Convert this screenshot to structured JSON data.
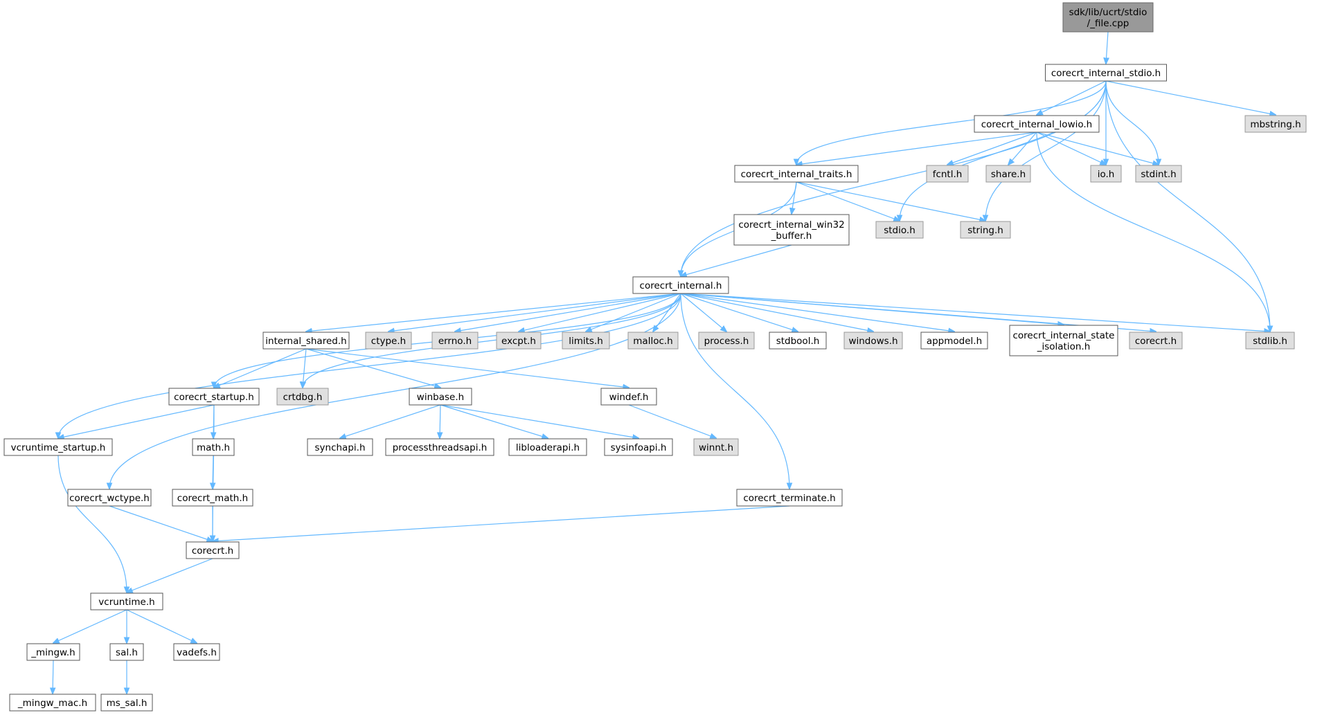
{
  "diagram": {
    "colors": {
      "edge": "#63b8ff",
      "node_fill": "#ffffff",
      "node_stroke": "#555555",
      "system_fill": "#e0e0e0",
      "root_fill": "#999999"
    },
    "nodes": [
      {
        "id": "root",
        "label": [
          "sdk/lib/ucrt/stdio",
          "/_file.cpp"
        ],
        "kind": "root"
      },
      {
        "id": "cis",
        "label": [
          "corecrt_internal_stdio.h"
        ],
        "kind": "std"
      },
      {
        "id": "mbs",
        "label": [
          "mbstring.h"
        ],
        "kind": "sys"
      },
      {
        "id": "lowio",
        "label": [
          "corecrt_internal_lowio.h"
        ],
        "kind": "std"
      },
      {
        "id": "traits",
        "label": [
          "corecrt_internal_traits.h"
        ],
        "kind": "std"
      },
      {
        "id": "fcntl",
        "label": [
          "fcntl.h"
        ],
        "kind": "sys"
      },
      {
        "id": "share",
        "label": [
          "share.h"
        ],
        "kind": "sys"
      },
      {
        "id": "io",
        "label": [
          "io.h"
        ],
        "kind": "sys"
      },
      {
        "id": "stdint",
        "label": [
          "stdint.h"
        ],
        "kind": "sys"
      },
      {
        "id": "w32buf",
        "label": [
          "corecrt_internal_win32",
          "_buffer.h"
        ],
        "kind": "std"
      },
      {
        "id": "stdio",
        "label": [
          "stdio.h"
        ],
        "kind": "sys"
      },
      {
        "id": "string",
        "label": [
          "string.h"
        ],
        "kind": "sys"
      },
      {
        "id": "ci",
        "label": [
          "corecrt_internal.h"
        ],
        "kind": "std"
      },
      {
        "id": "ishared",
        "label": [
          "internal_shared.h"
        ],
        "kind": "std"
      },
      {
        "id": "ctype",
        "label": [
          "ctype.h"
        ],
        "kind": "sys"
      },
      {
        "id": "errno",
        "label": [
          "errno.h"
        ],
        "kind": "sys"
      },
      {
        "id": "excpt",
        "label": [
          "excpt.h"
        ],
        "kind": "sys"
      },
      {
        "id": "limits",
        "label": [
          "limits.h"
        ],
        "kind": "sys"
      },
      {
        "id": "malloc",
        "label": [
          "malloc.h"
        ],
        "kind": "sys"
      },
      {
        "id": "process",
        "label": [
          "process.h"
        ],
        "kind": "sys"
      },
      {
        "id": "stdbool",
        "label": [
          "stdbool.h"
        ],
        "kind": "std"
      },
      {
        "id": "windows",
        "label": [
          "windows.h"
        ],
        "kind": "sys"
      },
      {
        "id": "appmodel",
        "label": [
          "appmodel.h"
        ],
        "kind": "std"
      },
      {
        "id": "stiso",
        "label": [
          "corecrt_internal_state",
          "_isolation.h"
        ],
        "kind": "std"
      },
      {
        "id": "corecrtg",
        "label": [
          "corecrt.h"
        ],
        "kind": "sys"
      },
      {
        "id": "stdlib",
        "label": [
          "stdlib.h"
        ],
        "kind": "sys"
      },
      {
        "id": "cstartup",
        "label": [
          "corecrt_startup.h"
        ],
        "kind": "std"
      },
      {
        "id": "crtdbg",
        "label": [
          "crtdbg.h"
        ],
        "kind": "sys"
      },
      {
        "id": "winbase",
        "label": [
          "winbase.h"
        ],
        "kind": "std"
      },
      {
        "id": "windef",
        "label": [
          "windef.h"
        ],
        "kind": "std"
      },
      {
        "id": "vstartup",
        "label": [
          "vcruntime_startup.h"
        ],
        "kind": "std"
      },
      {
        "id": "math",
        "label": [
          "math.h"
        ],
        "kind": "std"
      },
      {
        "id": "synch",
        "label": [
          "synchapi.h"
        ],
        "kind": "std"
      },
      {
        "id": "pthr",
        "label": [
          "processthreadsapi.h"
        ],
        "kind": "std"
      },
      {
        "id": "libl",
        "label": [
          "libloaderapi.h"
        ],
        "kind": "std"
      },
      {
        "id": "sysinfo",
        "label": [
          "sysinfoapi.h"
        ],
        "kind": "std"
      },
      {
        "id": "winnt",
        "label": [
          "winnt.h"
        ],
        "kind": "sys"
      },
      {
        "id": "wctype",
        "label": [
          "corecrt_wctype.h"
        ],
        "kind": "std"
      },
      {
        "id": "cmath",
        "label": [
          "corecrt_math.h"
        ],
        "kind": "std"
      },
      {
        "id": "cterm",
        "label": [
          "corecrt_terminate.h"
        ],
        "kind": "std"
      },
      {
        "id": "corecrt",
        "label": [
          "corecrt.h"
        ],
        "kind": "std"
      },
      {
        "id": "vcrt",
        "label": [
          "vcruntime.h"
        ],
        "kind": "std"
      },
      {
        "id": "mingw",
        "label": [
          "_mingw.h"
        ],
        "kind": "std"
      },
      {
        "id": "sal",
        "label": [
          "sal.h"
        ],
        "kind": "std"
      },
      {
        "id": "vadefs",
        "label": [
          "vadefs.h"
        ],
        "kind": "std"
      },
      {
        "id": "mingwmac",
        "label": [
          "_mingw_mac.h"
        ],
        "kind": "std"
      },
      {
        "id": "mssal",
        "label": [
          "ms_sal.h"
        ],
        "kind": "std"
      }
    ],
    "edges": [
      [
        "root",
        "cis"
      ],
      [
        "cis",
        "ci"
      ],
      [
        "cis",
        "traits"
      ],
      [
        "cis",
        "stdio"
      ],
      [
        "cis",
        "lowio"
      ],
      [
        "cis",
        "io"
      ],
      [
        "cis",
        "stdint"
      ],
      [
        "cis",
        "string"
      ],
      [
        "cis",
        "stdlib"
      ],
      [
        "cis",
        "mbs"
      ],
      [
        "lowio",
        "traits"
      ],
      [
        "lowio",
        "fcntl"
      ],
      [
        "lowio",
        "share"
      ],
      [
        "lowio",
        "io"
      ],
      [
        "lowio",
        "stdint"
      ],
      [
        "lowio",
        "stdlib"
      ],
      [
        "traits",
        "ci"
      ],
      [
        "traits",
        "w32buf"
      ],
      [
        "traits",
        "stdio"
      ],
      [
        "traits",
        "string"
      ],
      [
        "w32buf",
        "ci"
      ],
      [
        "ci",
        "vstartup"
      ],
      [
        "ci",
        "wctype"
      ],
      [
        "ci",
        "cstartup"
      ],
      [
        "ci",
        "crtdbg"
      ],
      [
        "ci",
        "ishared"
      ],
      [
        "ci",
        "ctype"
      ],
      [
        "ci",
        "errno"
      ],
      [
        "ci",
        "excpt"
      ],
      [
        "ci",
        "limits"
      ],
      [
        "ci",
        "malloc"
      ],
      [
        "ci",
        "process"
      ],
      [
        "ci",
        "stdbool"
      ],
      [
        "ci",
        "windows"
      ],
      [
        "ci",
        "appmodel"
      ],
      [
        "ci",
        "stiso"
      ],
      [
        "ci",
        "corecrtg"
      ],
      [
        "ci",
        "stdlib"
      ],
      [
        "ci",
        "cterm"
      ],
      [
        "ishared",
        "cstartup"
      ],
      [
        "ishared",
        "crtdbg"
      ],
      [
        "ishared",
        "winbase"
      ],
      [
        "ishared",
        "windef"
      ],
      [
        "cstartup",
        "vstartup"
      ],
      [
        "cstartup",
        "math"
      ],
      [
        "cstartup",
        "corecrt"
      ],
      [
        "winbase",
        "synch"
      ],
      [
        "winbase",
        "pthr"
      ],
      [
        "winbase",
        "libl"
      ],
      [
        "winbase",
        "sysinfo"
      ],
      [
        "windef",
        "winnt"
      ],
      [
        "vstartup",
        "vcrt"
      ],
      [
        "math",
        "cmath"
      ],
      [
        "cmath",
        "corecrt"
      ],
      [
        "wctype",
        "corecrt"
      ],
      [
        "cterm",
        "corecrt"
      ],
      [
        "corecrt",
        "vcrt"
      ],
      [
        "vcrt",
        "mingw"
      ],
      [
        "vcrt",
        "sal"
      ],
      [
        "vcrt",
        "vadefs"
      ],
      [
        "mingw",
        "mingwmac"
      ],
      [
        "sal",
        "mssal"
      ]
    ]
  }
}
